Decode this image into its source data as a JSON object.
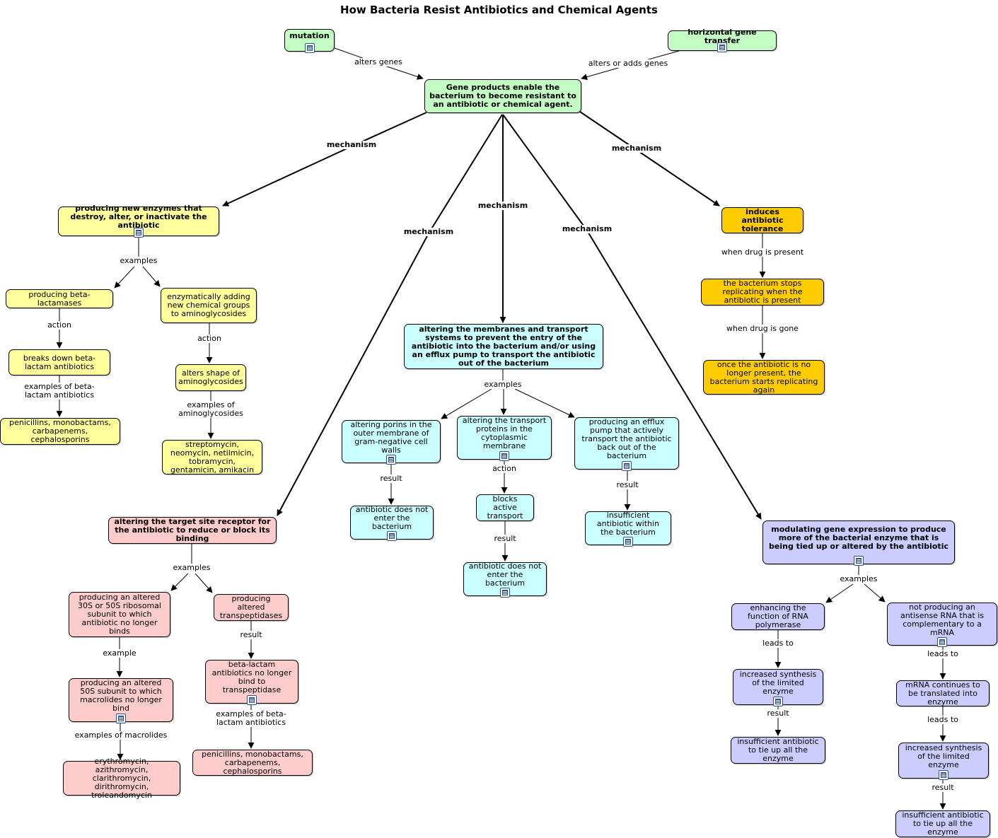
{
  "title": "How Bacteria Resist Antibiotics and Chemical Agents",
  "colors": {
    "green": "#c4fdc4",
    "yellow": "#fefe9a",
    "cyan": "#c9ffff",
    "pink": "#ffcccc",
    "lavender": "#ccccff",
    "orange": "#ffcc00"
  },
  "nodes": {
    "mutation": "mutation",
    "hgt": "horizontal gene transfer",
    "gene_products": "Gene products enable the bacterium to become resistant to an antibiotic or chemical agent.",
    "enzymes": "producing new enzymes that destroy, alter, or inactivate the antibiotic",
    "beta_lactamases": "producing beta-lactamases",
    "breaks_down": "breaks down beta-lactam antibiotics",
    "penicillins_1": "penicillins, monobactams, carbapenems, cephalosporins",
    "enzymatically_adding": "enzymatically adding new chemical groups to aminoglycosides",
    "alters_shape": "alters shape of aminoglycosides",
    "streptomycin": "streptomycin, neomycin, netilmicin, tobramycin, gentamicin, amikacin",
    "membranes": "altering the membranes and transport systems to prevent the entry of the antibiotic into the bacterium and/or using an efflux pump to transport the antibiotic out of the bacterium",
    "porins": "altering porins in the outer membrane of gram-negative cell walls",
    "not_enter_1": "antibiotic does not enter the bacterium",
    "transport_proteins": "altering the transport proteins in the cytoplasmic membrane",
    "blocks_active": "blocks active transport",
    "not_enter_2": "antibiotic does not enter the bacterium",
    "efflux": "producing an efflux pump that actively transport the antibiotic back out of the bacterium",
    "insufficient_within": "insufficient antibiotic within the bacterium",
    "target_site": "altering the target site receptor for the antibiotic to reduce or block its binding",
    "ribosomal": "producing an altered 30S or 50S ribosomal subunit to which antibiotic no longer binds",
    "subunit_50s": "producing an altered 50S subunit to which macrolides no longer bind",
    "erythromycin": "erythromycin, azithromycin, clarithromycin, dirithromycin, troleandomycin",
    "transpeptidases": "producing altered transpeptidases",
    "beta_lactam_no_bind": "beta-lactam antibiotics no longer bind to transpeptidase",
    "penicillins_2": "penicillins, monobactams, carbapenems, cephalosporins",
    "tolerance": "induces antibiotic tolerance",
    "stops_replicating": "the bacterium stops replicating when the antibiotic is present",
    "starts_replicating": "once the antibiotic is no longer present, the bacterium starts replicating again",
    "modulating": "modulating gene expression to produce more of the bacterial enzyme that is being tied up or altered by the antibiotic",
    "rna_polymerase": "enhancing the function of RNA polymerase",
    "increased_synthesis_1": "increased synthesis of the limited enzyme",
    "insufficient_enzyme_1": "insufficient antibiotic to tie up all the enzyme",
    "antisense": "not producing an antisense RNA that is complementary to a mRNA",
    "mrna_continues": "mRNA continues to be translated into enzyme",
    "increased_synthesis_2": "increased synthesis of the limited enzyme",
    "insufficient_enzyme_2": "insufficient antibiotic to tie up all the enzyme"
  },
  "labels": {
    "alters_genes": "alters genes",
    "alters_adds_genes": "alters or adds genes",
    "mech_1": "mechanism",
    "mech_2": "mechanism",
    "mech_3": "mechanism",
    "mech_4": "mechanism",
    "mech_5": "mechanism",
    "examples_enzymes": "examples",
    "action_1": "action",
    "examples_beta_1": "examples of beta-\nlactam antibiotics",
    "action_2": "action",
    "examples_amino": "examples of\naminoglycosides",
    "examples_membranes": "examples",
    "result_porins": "result",
    "action_transport": "action",
    "result_blocks": "result",
    "result_efflux": "result",
    "examples_target": "examples",
    "example_ribosomal": "example",
    "examples_macrolides": "examples of macrolides",
    "result_transpeptidases": "result",
    "examples_beta_2": "examples of beta-\nlactam antibiotics",
    "when_present": "when drug is present",
    "when_gone": "when drug is gone",
    "examples_modulating": "examples",
    "leads_to_1": "leads to",
    "result_synthesis_1": "result",
    "leads_to_2": "leads to",
    "leads_to_3": "leads to",
    "result_synthesis_2": "result"
  }
}
